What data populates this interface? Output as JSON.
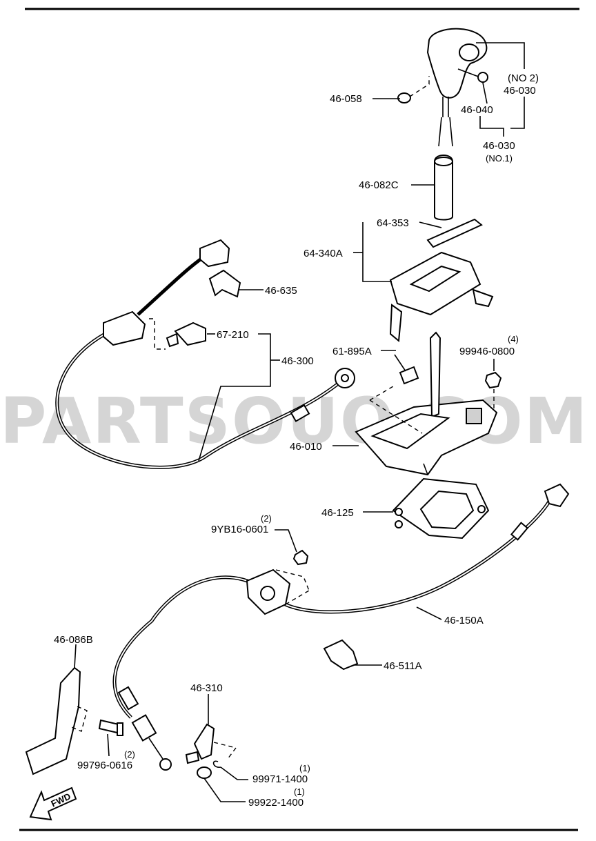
{
  "watermark": "PARTSOUQ.COM",
  "fwd_label": "FWD",
  "labels": {
    "p46_058": "46-058",
    "p46_030_no2_qty": "(NO 2)",
    "p46_030_no2": "46-030",
    "p46_040": "46-040",
    "p46_030_no1": "46-030",
    "p46_030_no1_qty": "(NO.1)",
    "p46_082c": "46-082C",
    "p64_353": "64-353",
    "p64_340a": "64-340A",
    "p46_635": "46-635",
    "p67_210": "67-210",
    "p46_300": "46-300",
    "p61_895a": "61-895A",
    "p99946_qty": "(4)",
    "p99946": "99946-0800",
    "p46_010": "46-010",
    "p46_125": "46-125",
    "p9yb16_qty": "(2)",
    "p9yb16": "9YB16-0601",
    "p46_150a": "46-150A",
    "p46_511a": "46-511A",
    "p46_086b": "46-086B",
    "p46_310": "46-310",
    "p99796_qty": "(2)",
    "p99796": "99796-0616",
    "p99971_qty": "(1)",
    "p99971": "99971-1400",
    "p99922_qty": "(1)",
    "p99922": "99922-1400"
  }
}
